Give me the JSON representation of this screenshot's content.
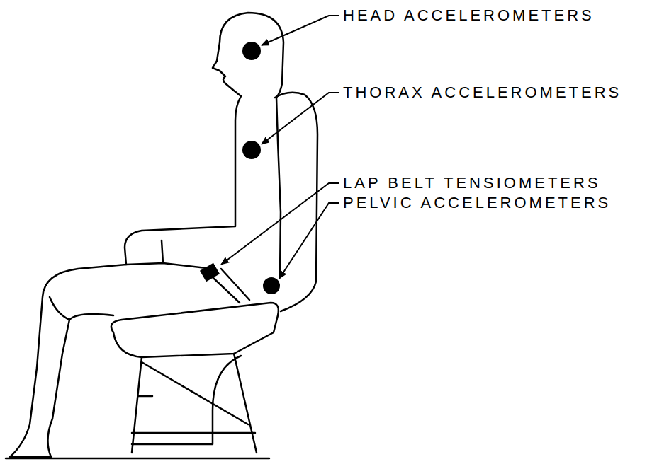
{
  "diagram": {
    "labels": [
      "HEAD ACCELEROMETERS",
      "THORAX ACCELEROMETERS",
      "LAP BELT TENSIOMETERS",
      "PELVIC ACCELEROMETERS"
    ]
  }
}
